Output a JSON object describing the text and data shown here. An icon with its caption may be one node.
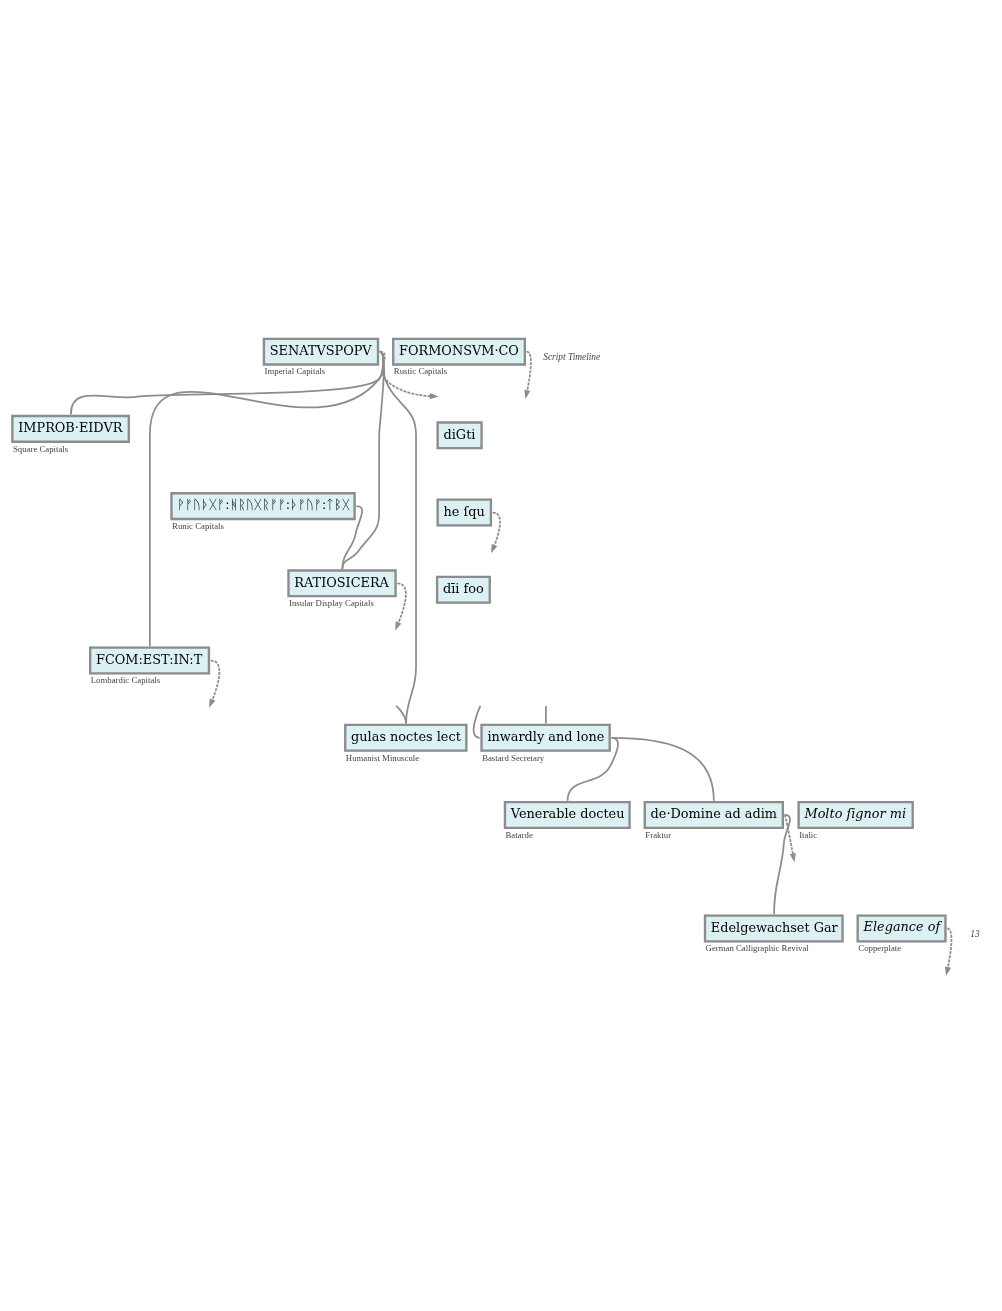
{
  "diagram": {
    "nodes": [
      {
        "text": [
          "SENATVSPOPV"
        ],
        "beside": [
          "Imperial Capitals"
        ]
      },
      {
        "text": [
          "FORMONSVM·CO"
        ],
        "beside": [
          "Rustic Capitals"
        ]
      },
      {
        "text": [
          "diGti"
        ]
      },
      {
        "text": [
          "IMPROB·EIDVR"
        ],
        "beside": [
          "Square Capitals"
        ]
      },
      {
        "text": [
          "he ſqu"
        ]
      },
      {
        "text": [
          "dīi foo"
        ]
      },
      {
        "text": [
          "ᚹᚠᚢᚦᚷᚠ:ᚻᚱᚢᚷᚱᚠᚠ:ᚦᚠᚢᚠ:ᛏᛒᚷ"
        ],
        "beside": [
          "Runic Capitals"
        ]
      },
      {
        "text": [
          "RATIOSICERA"
        ],
        "beside": [
          "Insular Display Capitals"
        ]
      },
      {
        "text": [
          "FCOM:EST:IN:T"
        ],
        "beside": [
          "Lombardic Capitals"
        ]
      },
      {
        "text": [
          "inwardly and lone"
        ],
        "beside": [
          "Bastard Secretary"
        ]
      },
      {
        "text": [
          "gulas noctes lect"
        ],
        "beside": [
          "Humanist Minuscule"
        ]
      },
      {
        "text": [
          "Molto ſignor mi"
        ],
        "beside": [
          "Italic"
        ]
      },
      {
        "text": [
          "Venerable docteu"
        ],
        "beside": [
          "Batarde"
        ]
      },
      {
        "text": [
          "de·Domine ad adim"
        ],
        "beside": [
          "Fraktur"
        ]
      },
      {
        "text": [
          "Elegance of"
        ],
        "beside": [
          "Copperplate"
        ]
      },
      {
        "text": [
          "Edelgewachset Gar"
        ],
        "beside": [
          "German Calligraphic Revival"
        ]
      }
    ],
    "edges": [
      {
        "from": 0,
        "to": null,
        "arrow": "to",
        "style": "dashed"
      },
      {
        "from": 0,
        "to": 3,
        "arrow": "none"
      },
      {
        "from": 0,
        "to": 7,
        "arrow": "none"
      },
      {
        "from": 0,
        "to": 8,
        "arrow": "none"
      },
      {
        "from": 0,
        "to": 10,
        "arrow": "none"
      },
      {
        "from": 1,
        "to": null,
        "arrow": "to",
        "style": "dashed"
      },
      {
        "from": 4,
        "to": null,
        "arrow": "to",
        "style": "dashed"
      },
      {
        "from": 6,
        "to": 7,
        "arrow": "none"
      },
      {
        "from": 7,
        "to": null,
        "arrow": "to",
        "style": "dashed"
      },
      {
        "from": null,
        "to": 10,
        "arrow": "none"
      },
      {
        "from": null,
        "to": 9,
        "arrow": "none"
      },
      {
        "from": null,
        "to": 9,
        "arrow": "none"
      },
      {
        "from": 8,
        "to": null,
        "arrow": "to",
        "style": "dashed"
      },
      {
        "from": 9,
        "to": 13,
        "arrow": "none"
      },
      {
        "from": 9,
        "to": 12,
        "arrow": "none"
      },
      {
        "from": 13,
        "to": null,
        "arrow": "to",
        "style": "dashed"
      },
      {
        "from": 13,
        "to": 15,
        "arrow": "none"
      },
      {
        "from": 14,
        "to": null,
        "arrow": "to",
        "style": "dashed"
      }
    ],
    "labels": [
      "Script Timeline",
      "13"
    ]
  }
}
